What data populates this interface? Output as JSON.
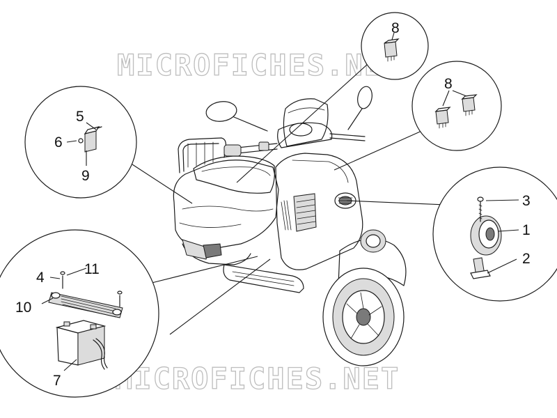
{
  "watermark": {
    "text": "MICROFICHES.NET"
  },
  "callouts": {
    "c1": "1",
    "c2": "2",
    "c3": "3",
    "c4": "4",
    "c5": "5",
    "c6": "6",
    "c7": "7",
    "c8a": "8",
    "c8b": "8",
    "c9": "9",
    "c10": "10",
    "c11": "11"
  }
}
